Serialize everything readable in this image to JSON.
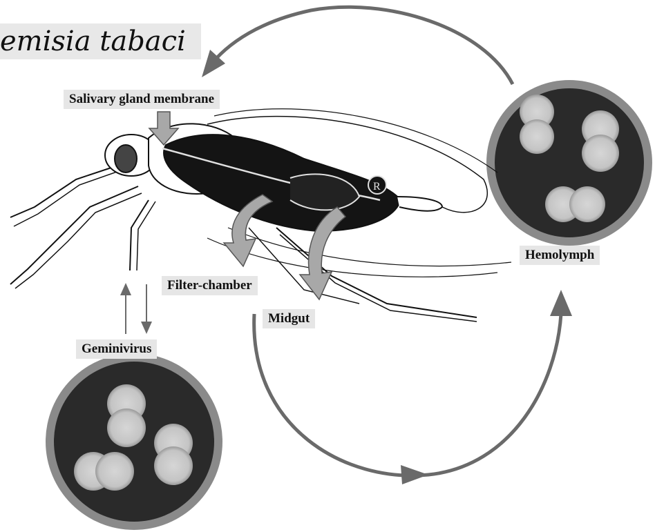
{
  "title": "emisia tabaci",
  "labels": {
    "salivary": "Salivary gland membrane",
    "hemolymph": "Hemolymph",
    "filter_chamber": "Filter-chamber",
    "midgut": "Midgut",
    "geminivirus": "Geminivirus",
    "rectum_marker": "R"
  },
  "colors": {
    "cycle_arrow": "#6a6a6a",
    "block_arrow": "#a8a8a8",
    "micrograph_bg": "#2a2a2a",
    "micrograph_ring": "#8a8a8a",
    "particle": "#c9c9c9",
    "label_bg": "#e6e6e6"
  },
  "icons": [
    "whitefly-illustration",
    "virus-micrograph"
  ]
}
